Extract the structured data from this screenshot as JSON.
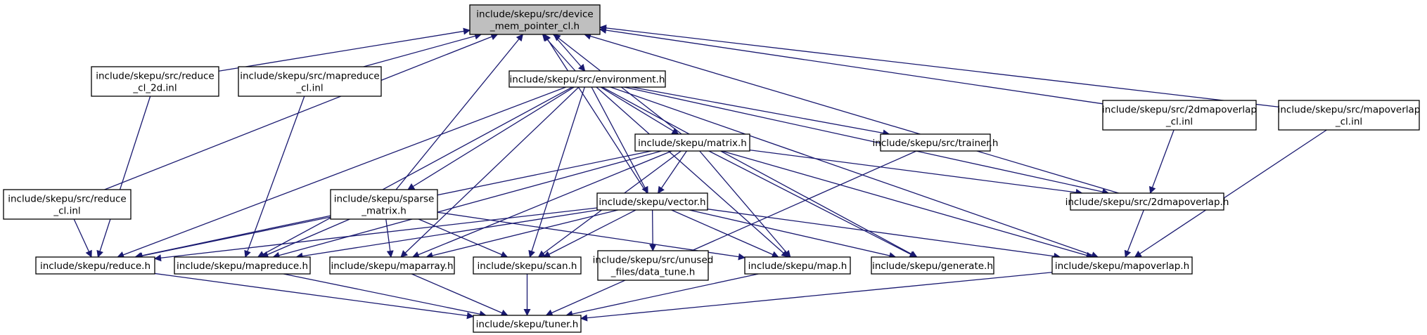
{
  "graph": {
    "type": "include-dependency-graph",
    "edge_color": "#191970",
    "root_fill": "#bfbfbf",
    "nodes": [
      {
        "id": "dmp",
        "lines": [
          "include/skepu/src/device",
          "_mem_pointer_cl.h"
        ],
        "root": true
      },
      {
        "id": "rcl2d",
        "lines": [
          "include/skepu/src/reduce",
          "_cl_2d.inl"
        ]
      },
      {
        "id": "mrcl",
        "lines": [
          "include/skepu/src/mapreduce",
          "_cl.inl"
        ]
      },
      {
        "id": "env",
        "lines": [
          "include/skepu/src/environment.h"
        ]
      },
      {
        "id": "m2dcl",
        "lines": [
          "include/skepu/src/2dmapoverlap",
          "_cl.inl"
        ]
      },
      {
        "id": "mocl",
        "lines": [
          "include/skepu/src/mapoverlap",
          "_cl.inl"
        ]
      },
      {
        "id": "matrix",
        "lines": [
          "include/skepu/matrix.h"
        ]
      },
      {
        "id": "trainer",
        "lines": [
          "include/skepu/src/trainer.h"
        ]
      },
      {
        "id": "rcl",
        "lines": [
          "include/skepu/src/reduce",
          "_cl.inl"
        ]
      },
      {
        "id": "sparse",
        "lines": [
          "include/skepu/sparse",
          "_matrix.h"
        ]
      },
      {
        "id": "vector",
        "lines": [
          "include/skepu/vector.h"
        ]
      },
      {
        "id": "m2d",
        "lines": [
          "include/skepu/src/2dmapoverlap.h"
        ]
      },
      {
        "id": "reduce",
        "lines": [
          "include/skepu/reduce.h"
        ]
      },
      {
        "id": "mapred",
        "lines": [
          "include/skepu/mapreduce.h"
        ]
      },
      {
        "id": "maparr",
        "lines": [
          "include/skepu/maparray.h"
        ]
      },
      {
        "id": "scan",
        "lines": [
          "include/skepu/scan.h"
        ]
      },
      {
        "id": "dtune",
        "lines": [
          "include/skepu/src/unused",
          "_files/data_tune.h"
        ]
      },
      {
        "id": "map",
        "lines": [
          "include/skepu/map.h"
        ]
      },
      {
        "id": "gen",
        "lines": [
          "include/skepu/generate.h"
        ]
      },
      {
        "id": "mapov",
        "lines": [
          "include/skepu/mapoverlap.h"
        ]
      },
      {
        "id": "tuner",
        "lines": [
          "include/skepu/tuner.h"
        ]
      }
    ],
    "edges": [
      [
        "rcl2d",
        "dmp"
      ],
      [
        "mrcl",
        "dmp"
      ],
      [
        "env",
        "dmp"
      ],
      [
        "dmp",
        "env"
      ],
      [
        "m2dcl",
        "dmp"
      ],
      [
        "mocl",
        "dmp"
      ],
      [
        "matrix",
        "dmp"
      ],
      [
        "rcl",
        "dmp"
      ],
      [
        "sparse",
        "dmp"
      ],
      [
        "vector",
        "dmp"
      ],
      [
        "m2d",
        "dmp"
      ],
      [
        "rcl2d",
        "reduce"
      ],
      [
        "mrcl",
        "mapred"
      ],
      [
        "env",
        "matrix"
      ],
      [
        "env",
        "trainer"
      ],
      [
        "env",
        "sparse"
      ],
      [
        "env",
        "vector"
      ],
      [
        "env",
        "m2d"
      ],
      [
        "env",
        "reduce"
      ],
      [
        "env",
        "mapred"
      ],
      [
        "env",
        "maparr"
      ],
      [
        "env",
        "scan"
      ],
      [
        "env",
        "map"
      ],
      [
        "env",
        "gen"
      ],
      [
        "env",
        "mapov"
      ],
      [
        "m2dcl",
        "m2d"
      ],
      [
        "mocl",
        "mapov"
      ],
      [
        "matrix",
        "vector"
      ],
      [
        "matrix",
        "m2d"
      ],
      [
        "matrix",
        "reduce"
      ],
      [
        "matrix",
        "mapred"
      ],
      [
        "matrix",
        "maparr"
      ],
      [
        "matrix",
        "scan"
      ],
      [
        "matrix",
        "map"
      ],
      [
        "matrix",
        "gen"
      ],
      [
        "matrix",
        "mapov"
      ],
      [
        "trainer",
        "tuner"
      ],
      [
        "rcl",
        "reduce"
      ],
      [
        "sparse",
        "reduce"
      ],
      [
        "sparse",
        "mapred"
      ],
      [
        "sparse",
        "maparr"
      ],
      [
        "sparse",
        "scan"
      ],
      [
        "sparse",
        "map"
      ],
      [
        "vector",
        "reduce"
      ],
      [
        "vector",
        "mapred"
      ],
      [
        "vector",
        "maparr"
      ],
      [
        "vector",
        "scan"
      ],
      [
        "vector",
        "dtune"
      ],
      [
        "vector",
        "map"
      ],
      [
        "vector",
        "gen"
      ],
      [
        "vector",
        "mapov"
      ],
      [
        "m2d",
        "mapov"
      ],
      [
        "reduce",
        "tuner"
      ],
      [
        "mapred",
        "tuner"
      ],
      [
        "maparr",
        "tuner"
      ],
      [
        "scan",
        "tuner"
      ],
      [
        "map",
        "tuner"
      ],
      [
        "mapov",
        "tuner"
      ]
    ]
  }
}
